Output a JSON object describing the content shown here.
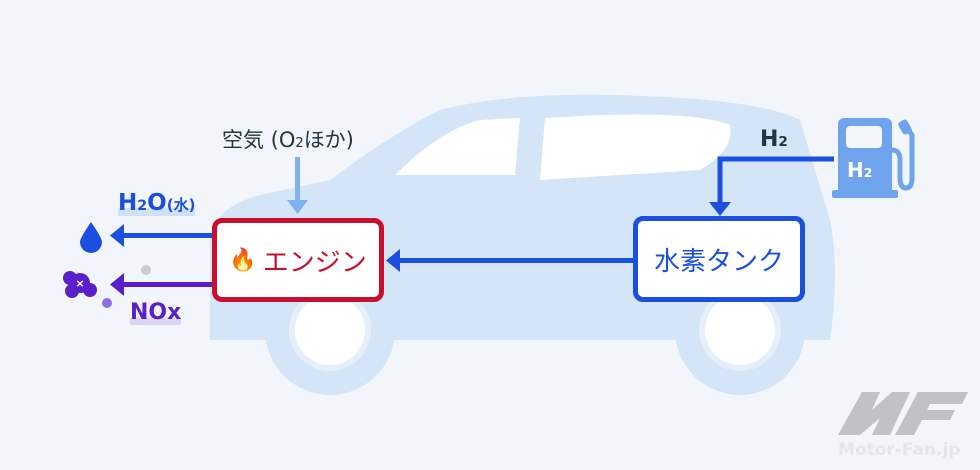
{
  "labels": {
    "air": "空気 (O",
    "air_sub": "2",
    "air_tail": "ほか)",
    "h2_top": "H",
    "h2_top_sub": "2",
    "h2o": "H",
    "h2o_sub": "2",
    "h2o_tail": "O",
    "h2o_paren": "(水)",
    "nox": "NOx",
    "pump_h": "H",
    "pump_sub": "2"
  },
  "boxes": {
    "engine": "エンジン",
    "tank": "水素タンク"
  },
  "watermark": {
    "brand": "Motor-Fan.jp"
  },
  "colors": {
    "engine": "#c8102e",
    "tank": "#1a4fe0",
    "nox": "#5a1fc8",
    "air": "#7fb2f0",
    "car": "#d3e5f7",
    "pump": "#6fa4ec",
    "text": "#243447"
  }
}
